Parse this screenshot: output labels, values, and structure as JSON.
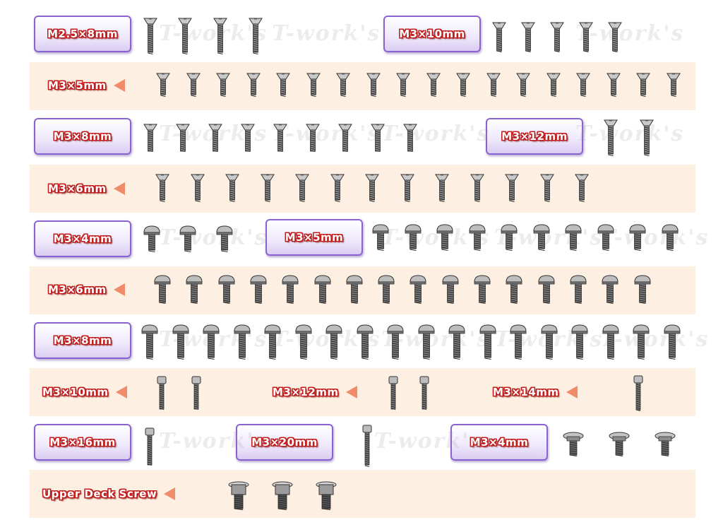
{
  "watermark": "T-work's",
  "colors": {
    "band": "#fdf0e2",
    "label_border": "#8a63d2",
    "label_text_outline": "#c01f1f",
    "arrow": "#f08c6a"
  },
  "rows": [
    {
      "labels": [
        "M2.5×8mm",
        "M3×10mm"
      ]
    },
    {
      "labels": [
        "M3×5mm"
      ]
    },
    {
      "labels": [
        "M3×8mm",
        "M3×12mm"
      ]
    },
    {
      "labels": [
        "M3×6mm"
      ]
    },
    {
      "labels": [
        "M3×4mm",
        "M3×5mm"
      ]
    },
    {
      "labels": [
        "M3×6mm"
      ]
    },
    {
      "labels": [
        "M3×8mm"
      ]
    },
    {
      "labels": [
        "M3×10mm",
        "M3×12mm",
        "M3×14mm"
      ]
    },
    {
      "labels": [
        "M3×16mm",
        "M3×20mm",
        "M3×4mm"
      ]
    },
    {
      "labels": [
        "Upper Deck Screw"
      ]
    }
  ]
}
